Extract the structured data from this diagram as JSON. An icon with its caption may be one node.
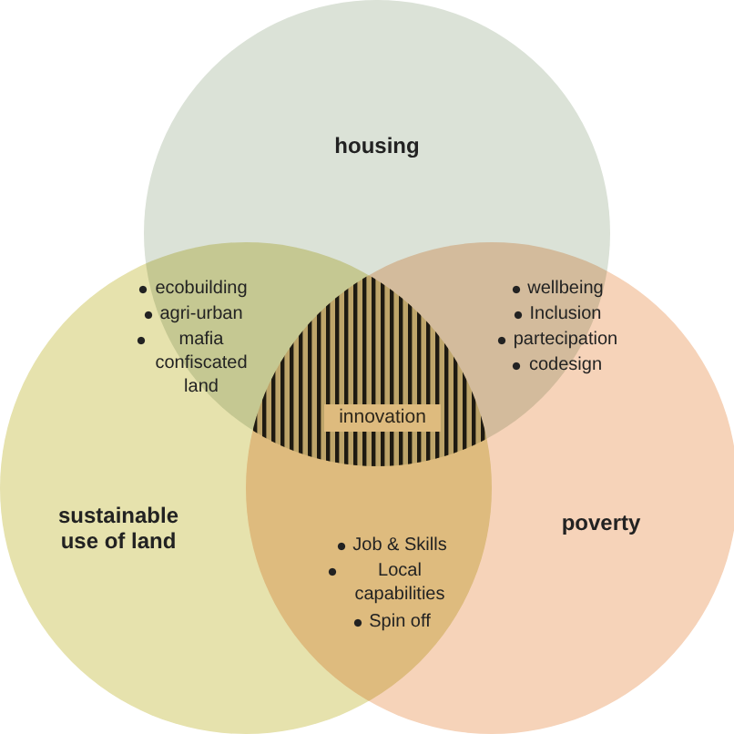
{
  "diagram": {
    "nodes": [
      {
        "text": [
          "housing"
        ]
      },
      {
        "text": [
          "innovation"
        ]
      },
      {
        "text": [
          "sustainable use of land"
        ]
      },
      {
        "text": [
          "poverty"
        ]
      }
    ],
    "labels": [
      "ecobuilding",
      "agri-urban",
      "mafia confiscated land",
      "wellbeing",
      "Inclusion",
      "partecipation",
      "codesign",
      "Job & Skills",
      "Local capabilities",
      "Spin off"
    ]
  }
}
